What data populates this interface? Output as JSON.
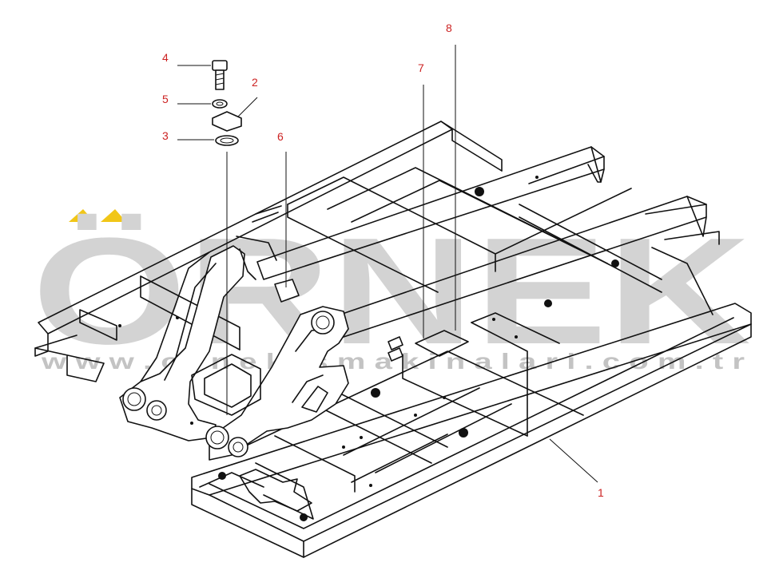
{
  "watermark": {
    "brand": "ÖRNEK",
    "url": "w w w . o r n e k i s m a k i n a l a r i . c o m . t r",
    "color": "#c8c8c8",
    "accent": "#f0c000"
  },
  "callouts": [
    {
      "id": "1",
      "label": "1"
    },
    {
      "id": "2",
      "label": "2"
    },
    {
      "id": "3",
      "label": "3"
    },
    {
      "id": "4",
      "label": "4"
    },
    {
      "id": "5",
      "label": "5"
    },
    {
      "id": "6",
      "label": "6"
    },
    {
      "id": "7",
      "label": "7"
    },
    {
      "id": "8",
      "label": "8"
    }
  ],
  "callout_color": "#cc2222"
}
